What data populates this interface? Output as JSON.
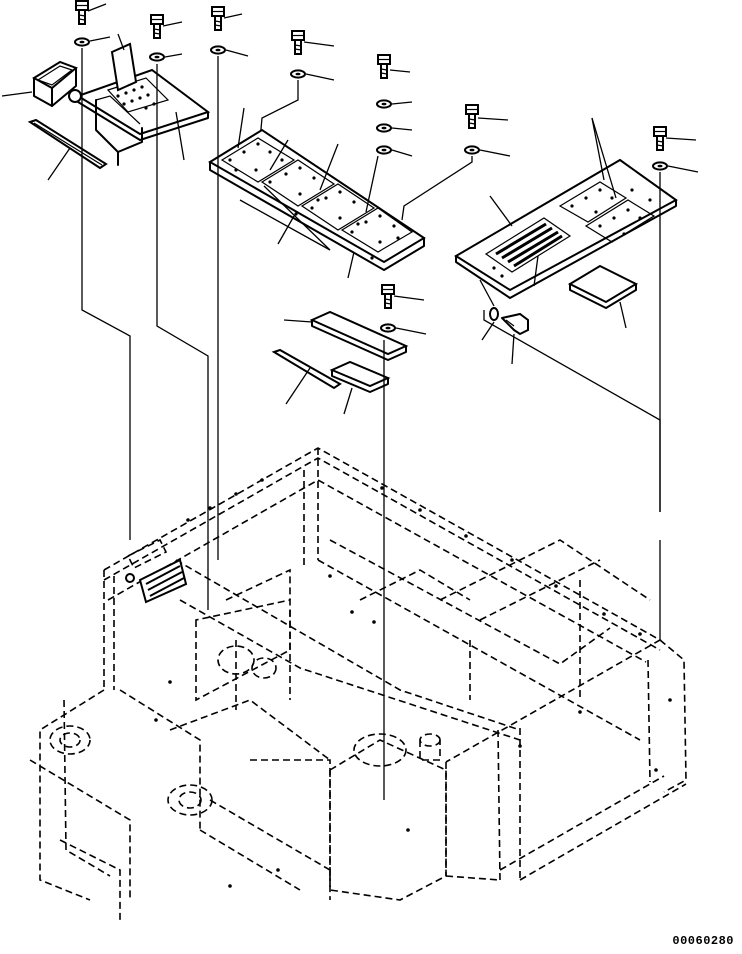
{
  "figure": {
    "code": "00060280"
  },
  "parts": [
    {
      "id": "bolt",
      "icon": "hex-bolt-icon"
    },
    {
      "id": "washer",
      "icon": "washer-icon"
    },
    {
      "id": "cover-plate",
      "icon": "perforated-plate-icon"
    },
    {
      "id": "seal-strip",
      "icon": "strip-icon"
    },
    {
      "id": "pad",
      "icon": "pad-icon"
    },
    {
      "id": "grommet",
      "icon": "grommet-icon"
    },
    {
      "id": "frame",
      "icon": "cab-frame-icon"
    }
  ]
}
